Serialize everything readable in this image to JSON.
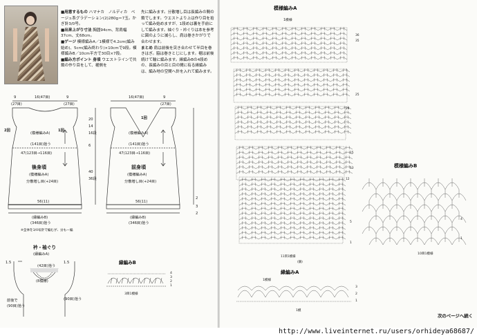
{
  "materials": {
    "heading": "■用意するもの",
    "body": "ハマナカ　ノルディカ　ベージュ系グラデーション(2)280g＝7玉。かぎ針3/0号。"
  },
  "size": {
    "heading": "■出来上がり寸法",
    "body": "胸囲94cm、背肩幅37cm、丈68cm。"
  },
  "gauge": {
    "heading": "■ゲージ",
    "body": "模様編みA／1模様で4.2cm(編み始め)、5cm(編み終わり)×10cmで9段。模様編みB／10cm平方で30目×7段。"
  },
  "points": {
    "heading": "■編み方ポイント",
    "label": "身頃",
    "body": "ウエストラインで共鎖の作り目をして、裾側を"
  },
  "body_continued": "先に編みます。分散増し目は長編みの間の鎖でします。ウエストより上は作り目を拾って編み始めますが、1段めは裏を手前にして編みます。袖ぐり・衿ぐりは本を参考に図のように減らし、肩は巻きかがりで合わせます。",
  "finishing": {
    "label": "まとめ",
    "body": "肩は前後を突き合わせて半目を巻きはぎ。脇は巻きとじにします。裾は前後続けて輪に編みます。縁編みBの4段めの、長編みの目と目の間に有る縁編みは、編み地の空間へ針を入れて編みます。"
  },
  "back": {
    "title": "後身頃",
    "subtitle": "(模様編みA)",
    "note": "分散増し目(+24目)",
    "side_label": "2回",
    "side_label2": "1回",
    "dim_top_left": "9",
    "dim_top_mid": "16(47目)",
    "dim_top_right": "9",
    "dim_top_sub_left": "(27目)",
    "dim_top_sub_right": "(27目)",
    "pattern_note": "(模様編みA)",
    "waist": "(141目)拾う",
    "waist_count": "47(123目→116目)",
    "bottom": "56(11)",
    "hem": "(縁編みB)",
    "hem_count": "(346目)拾う"
  },
  "front": {
    "title": "前身頃",
    "subtitle": "(模様編みA)",
    "note": "分散増し目(+24目)",
    "neck_label": "1回",
    "dim_top_mid": "16(47目)",
    "dim_top_right": "9",
    "dim_top_sub_right": "(27目)",
    "pattern_note": "(模様編みA)",
    "waist": "(141目)拾う",
    "waist_count": "47(123目→116目)",
    "bottom": "56(11)",
    "hem": "(縁編みB)",
    "hem_count": "(346目)拾う"
  },
  "left_dims": {
    "v1": "20",
    "v2": "14",
    "v3": "16段",
    "v4": "6",
    "v5": "40",
    "v6": "36段",
    "v7": "2",
    "v8": "3",
    "v9": "2"
  },
  "footnote": "※全体を3/0号針で編むが、分もー編",
  "neck_edge": {
    "title": "衿・袖ぐり",
    "subtitle": "(縁編みA)",
    "left": "1.5",
    "right": "1.5",
    "top": "(42目)拾う",
    "mid": "(8模様)",
    "bottom_left": "前後で",
    "bottom_count": "(90目)拾う",
    "sleeve": "(90目)拾う"
  },
  "edge_b": {
    "title": "縁編みB",
    "repeat": "3目1模様",
    "rows": [
      "4",
      "3",
      "2",
      "1"
    ]
  },
  "pattern_a": {
    "title": "模様編みA",
    "repeat": "1模様",
    "count": "11目1模様",
    "rows": [
      "36",
      "35",
      "25",
      "24",
      "15",
      "13",
      "12",
      "5",
      "1"
    ],
    "base": "(鎖)"
  },
  "pattern_b": {
    "title": "模様編みB",
    "count": "10目1模様",
    "rows": [
      "4",
      "1"
    ]
  },
  "edge_a": {
    "title": "縁編みA",
    "repeat": "1模様",
    "rows": [
      "3",
      "2",
      "1"
    ],
    "base": "1模"
  },
  "next_page": "次のページへ続く",
  "watermark": "http://www.liveinternet.ru/users/orhideya68687/"
}
